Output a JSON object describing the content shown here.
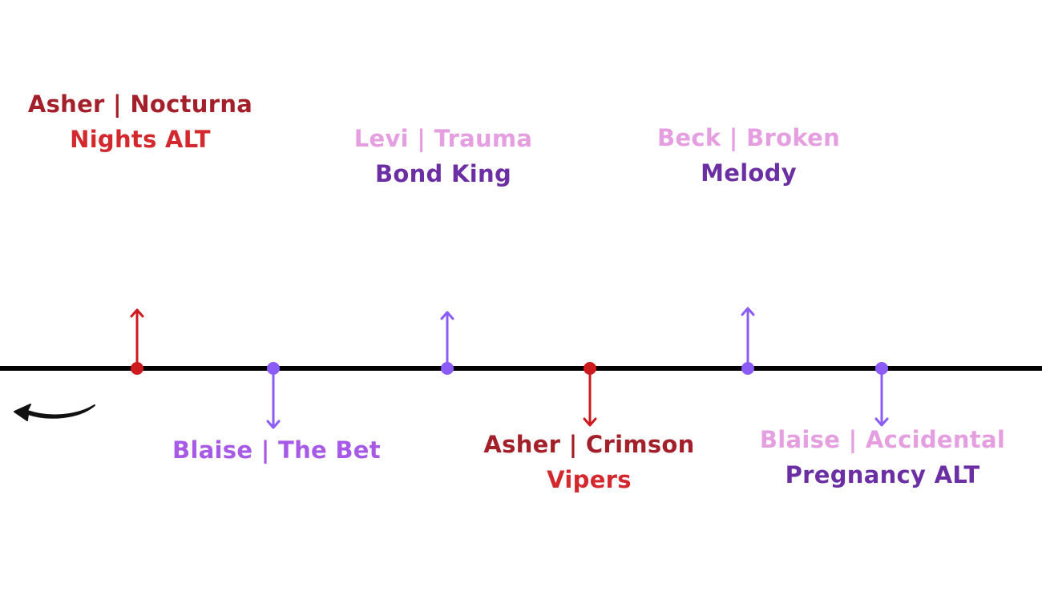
{
  "colors": {
    "timeline": "#000000",
    "red": "#cc1a1e",
    "purple": "#8b5cf6",
    "dark_red": "#a3202a",
    "bright_red": "#d2282e",
    "pink": "#e59ee0",
    "dark_purple": "#6b2fa3",
    "violet": "#a65ae6"
  },
  "events": [
    {
      "id": "asher-nocturna",
      "marker": "red",
      "direction": "up",
      "line1": "Asher | Nocturna",
      "line2": "Nights ALT",
      "line1_color": "dark_red",
      "line2_color": "bright_red"
    },
    {
      "id": "blaise-bet",
      "marker": "purple",
      "direction": "down",
      "line1": "Blaise | The Bet",
      "line2": "",
      "line1_color": "violet",
      "line2_color": "violet"
    },
    {
      "id": "levi-trauma",
      "marker": "purple",
      "direction": "up",
      "line1": "Levi | Trauma",
      "line2": "Bond King",
      "line1_color": "pink",
      "line2_color": "dark_purple"
    },
    {
      "id": "asher-crimson",
      "marker": "red",
      "direction": "down",
      "line1": "Asher | Crimson",
      "line2": "Vipers",
      "line1_color": "dark_red",
      "line2_color": "bright_red"
    },
    {
      "id": "beck-broken",
      "marker": "purple",
      "direction": "up",
      "line1": "Beck | Broken",
      "line2": "Melody",
      "line1_color": "pink",
      "line2_color": "dark_purple"
    },
    {
      "id": "blaise-accidental",
      "marker": "purple",
      "direction": "down",
      "line1": "Blaise | Accidental",
      "line2": "Pregnancy ALT",
      "line1_color": "pink",
      "line2_color": "dark_purple"
    }
  ],
  "back_arrow_icon": "curved-back-arrow-icon"
}
